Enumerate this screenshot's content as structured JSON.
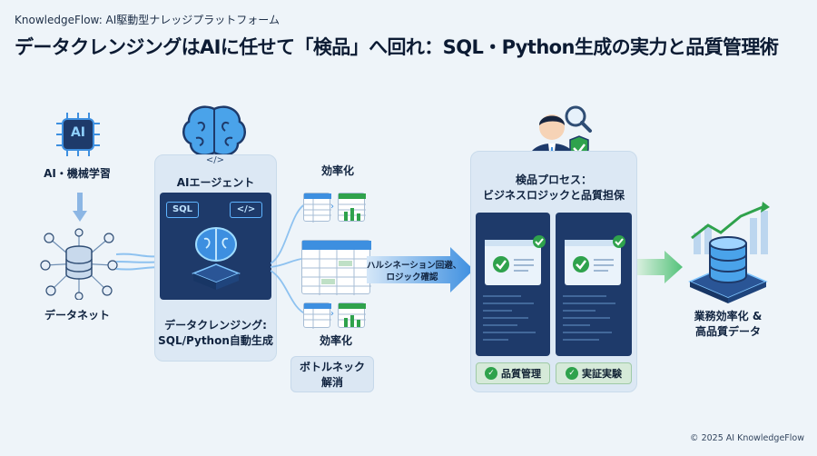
{
  "header": {
    "brand": "KnowledgeFlow: AI駆動型ナレッジプラットフォーム",
    "title": "データクレンジングはAIに任せて「検品」へ回れ：SQL・Python生成の実力と品質管理術"
  },
  "left": {
    "ai_label": "AI・機械学習",
    "ai_chip_text": "AI",
    "data_label": "データネット"
  },
  "agent": {
    "title": "AIエージェント",
    "sql_text": "SQL",
    "code_text": "</>",
    "caption_line1": "データクレンジング:",
    "caption_line2": "SQL/Python自動生成"
  },
  "middle": {
    "efficiency_top": "効率化",
    "efficiency_bottom": "効率化",
    "bottleneck_line1": "ボトルネック",
    "bottleneck_line2": "解消"
  },
  "arrow": {
    "line1": "ハルシネーション回避、",
    "line2": "ロジック確認"
  },
  "inspection": {
    "title_line1": "検品プロセス：",
    "title_line2": "ビジネスロジックと品質担保",
    "badge_quality": "品質管理",
    "badge_verify": "実証実験"
  },
  "result": {
    "line1": "業務効率化 &",
    "line2": "高品質データ"
  },
  "footer": {
    "copyright": "© 2025 AI KnowledgeFlow"
  },
  "colors": {
    "navy": "#1e3a6a",
    "accent_blue": "#3d8fe0",
    "check_green": "#2fa24c",
    "background": "#eef4f9"
  }
}
